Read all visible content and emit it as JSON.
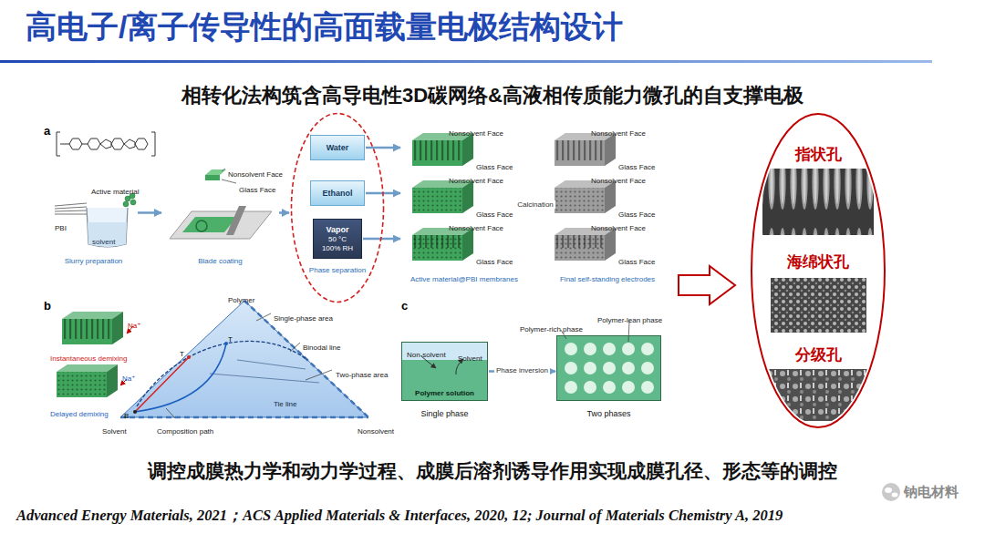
{
  "diagram": {
    "title": "高电子/离子传导性的高面载量电极结构设计",
    "caption": "调控成膜热力学和动力学过程、成膜后溶剂诱导作用实现成膜孔径、形态等的调控",
    "nodes": [
      {
        "text": [
          "Slurry preparation"
        ]
      },
      {
        "text": [
          "Blade coating"
        ]
      },
      {
        "text": [
          "Phase separation"
        ]
      },
      {
        "text": [
          "Water"
        ],
        "in": 2
      },
      {
        "text": [
          "Ethanol"
        ],
        "in": 2
      },
      {
        "text": [
          "Vapor",
          "50 °C",
          "100% RH"
        ],
        "in": 2
      },
      {
        "text": [
          "Active material@PBI membranes"
        ]
      },
      {
        "text": [
          "Final self-standing electrodes"
        ]
      },
      {
        "text": [
          "指状孔"
        ]
      },
      {
        "text": [
          "海绵状孔"
        ]
      },
      {
        "text": [
          "分级孔"
        ]
      },
      {
        "text": [
          "Polymer solution",
          "Single phase"
        ]
      },
      {
        "text": [
          "Two phases"
        ]
      }
    ],
    "edges": [
      {
        "from": 0,
        "to": 1,
        "arrow": "to"
      },
      {
        "from": 1,
        "to": 2,
        "arrow": "to"
      },
      {
        "from": 3,
        "to": 6,
        "arrow": "to"
      },
      {
        "from": 4,
        "to": 6,
        "arrow": "to"
      },
      {
        "from": 5,
        "to": 6,
        "arrow": "to"
      },
      {
        "from": 6,
        "to": 7,
        "label": "Calcination",
        "arrow": "to"
      },
      {
        "from": 11,
        "to": 12,
        "label": "Phase inversion",
        "arrow": "to"
      }
    ],
    "labels": [
      "a",
      "PBI",
      "Active material",
      "solvent",
      "Nonsolvent Face",
      "Glass Face",
      "Nonsolvent Face",
      "Glass Face",
      "Nonsolvent Face",
      "Glass Face",
      "Nonsolvent Face",
      "Glass Face",
      "Nonsolvent Face",
      "Glass Face",
      "Nonsolvent Face",
      "Glass Face",
      "Nonsolvent Face",
      "Glass Face",
      "b",
      "Polymer",
      "Single-phase area",
      "Binodal line",
      "Two-phase area",
      "Tie line",
      "Composition path",
      "T",
      "T",
      "B",
      "Solvent",
      "Nonsolvent",
      "Na⁺",
      "Instantaneous demixing",
      "Na⁺",
      "Delayed demixing",
      "c",
      "Non-solvent",
      "Solvent",
      "Polymer-rich phase",
      "Polymer-lean phase",
      "相转化法构筑含高导电性3D碳网络&高液相传质能力微孔的自支撑电极",
      "Advanced Energy Materials, 2021；ACS Applied Materials & Interfaces, 2020, 12; Journal of Materials Chemistry A, 2019",
      "钠电材料"
    ]
  }
}
